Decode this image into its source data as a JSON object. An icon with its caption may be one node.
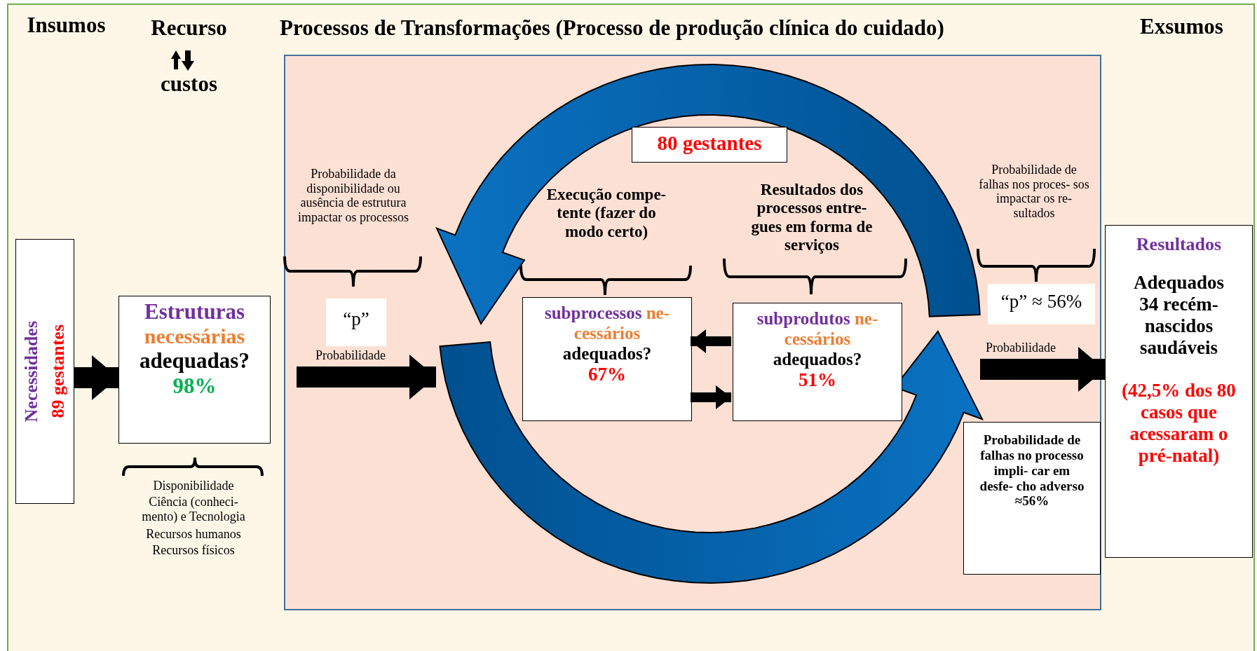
{
  "diagram": {
    "nodes": [
      {
        "text": [
          "Necessidades",
          "89 gestantes"
        ]
      },
      {
        "text": [
          "Estruturas",
          "necessárias",
          "adequadas?",
          "98%"
        ]
      },
      {
        "text": [
          "Processos de Transformações (Processo de produção clínica do cuidado)"
        ]
      },
      {
        "text": [
          "“p”"
        ],
        "in": 2
      },
      {
        "text": [
          "80 gestantes"
        ],
        "in": 5
      },
      {
        "text": [],
        "shape": "circle",
        "in": 2
      },
      {
        "text": [
          "subprocessos",
          "ne- cessários",
          "adequados?",
          "67%"
        ],
        "in": 5
      },
      {
        "text": [
          "subprodutos",
          "ne- cessários",
          "adequados?",
          "51%"
        ],
        "in": 5
      },
      {
        "text": [
          "“p” ≈ 56%"
        ],
        "in": 2
      },
      {
        "text": [
          "Probabilidade de falhas no processo impli- car em desfe- cho adverso ≈56%"
        ],
        "in": 2
      },
      {
        "text": [
          "Resultados",
          "Adequados 34 recém- nascidos saudáveis",
          "(42,5% dos 80 casos que acessaram o pré-natal)"
        ]
      }
    ],
    "edges": [
      {
        "from": 0,
        "to": 1,
        "arrow": "to"
      },
      {
        "from": null,
        "to": 5,
        "arrow": "to",
        "label": "Probabilidade"
      },
      {
        "from": 7,
        "to": 6,
        "arrow": "to"
      },
      {
        "from": 6,
        "to": 7,
        "arrow": "to"
      },
      {
        "from": 5,
        "to": 10,
        "arrow": "to",
        "label": "Probabilidade"
      }
    ],
    "labels": [
      "Insumos",
      "Recurso",
      "custos",
      "Exsumos",
      "Probabilidade da disponibilidade ou ausência de estrutura impactar os processos",
      "Execução compe- tente (fazer do modo certo)",
      "Resultados dos processos entre- gues em forma de serviços",
      "Probabilidade de falhas nos proces- sos impactar os re- sultados",
      "Disponibilidade",
      "Ciência (conheci- mento) e Tecnologia",
      "Recursos humanos",
      "Recursos físicos"
    ]
  }
}
